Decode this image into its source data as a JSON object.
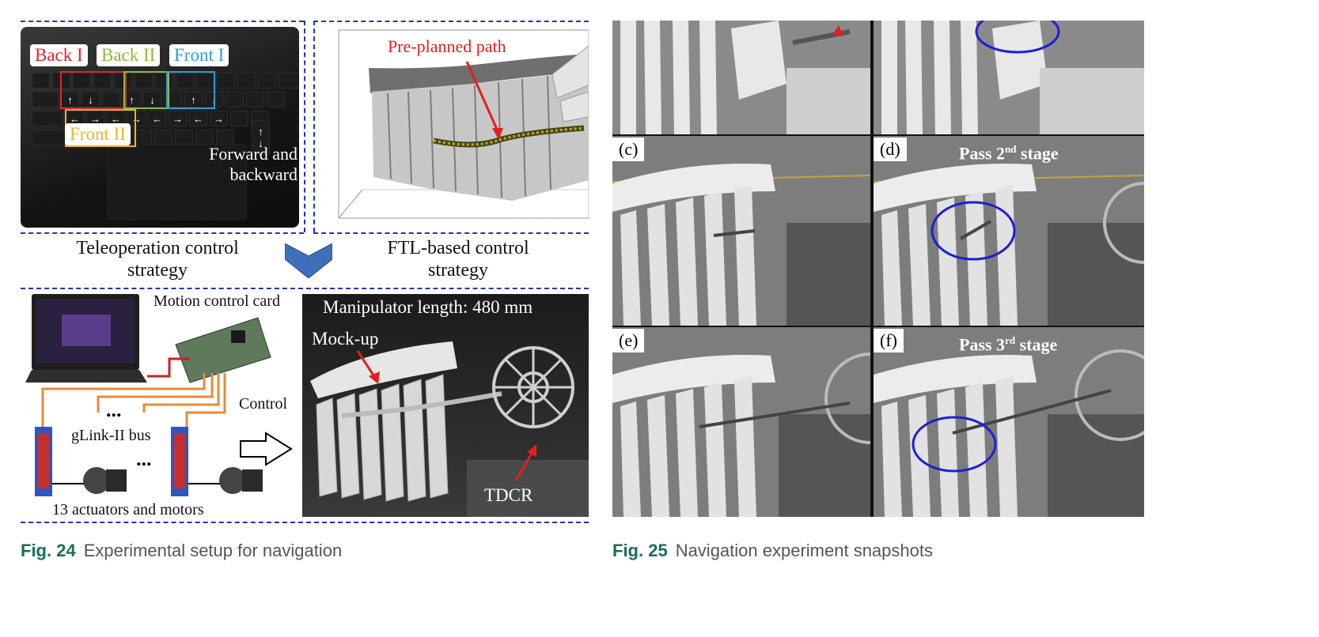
{
  "fig24": {
    "key_labels": {
      "back1": "Back I",
      "back2": "Back II",
      "front1": "Front I",
      "front2": "Front II"
    },
    "forward_backward": "Forward and backward",
    "path_label": "Pre-planned path",
    "left_strategy": "Teleoperation control strategy",
    "right_strategy": "FTL-based control strategy",
    "motion_card": "Motion control card",
    "bus": "gLink-II bus",
    "actuators": "13 actuators and motors",
    "control": "Control",
    "ellipsis": "...",
    "manipulator_length": "Manipulator length: 480 mm",
    "mockup": "Mock-up",
    "tdcr": "TDCR",
    "colors": {
      "back1": "#e0262a",
      "back2": "#8db83d",
      "front1": "#2a9fd8",
      "front2": "#e8b628",
      "dash": "#2233bb",
      "red_arrow": "#e02020"
    }
  },
  "fig25": {
    "panels": [
      {
        "label": "",
        "pass": ""
      },
      {
        "label": "",
        "pass": ""
      },
      {
        "label": "(c)",
        "pass": ""
      },
      {
        "label": "(d)",
        "pass_prefix": "Pass 2",
        "pass_sup": "nd",
        "pass_suffix": " stage"
      },
      {
        "label": "(e)",
        "pass": ""
      },
      {
        "label": "(f)",
        "pass_prefix": "Pass 3",
        "pass_sup": "rd",
        "pass_suffix": " stage"
      }
    ]
  },
  "captions": {
    "fig24_num": "Fig. 24",
    "fig24_text": "Experimental setup for navigation",
    "fig25_num": "Fig. 25",
    "fig25_text": "Navigation experiment snapshots"
  }
}
